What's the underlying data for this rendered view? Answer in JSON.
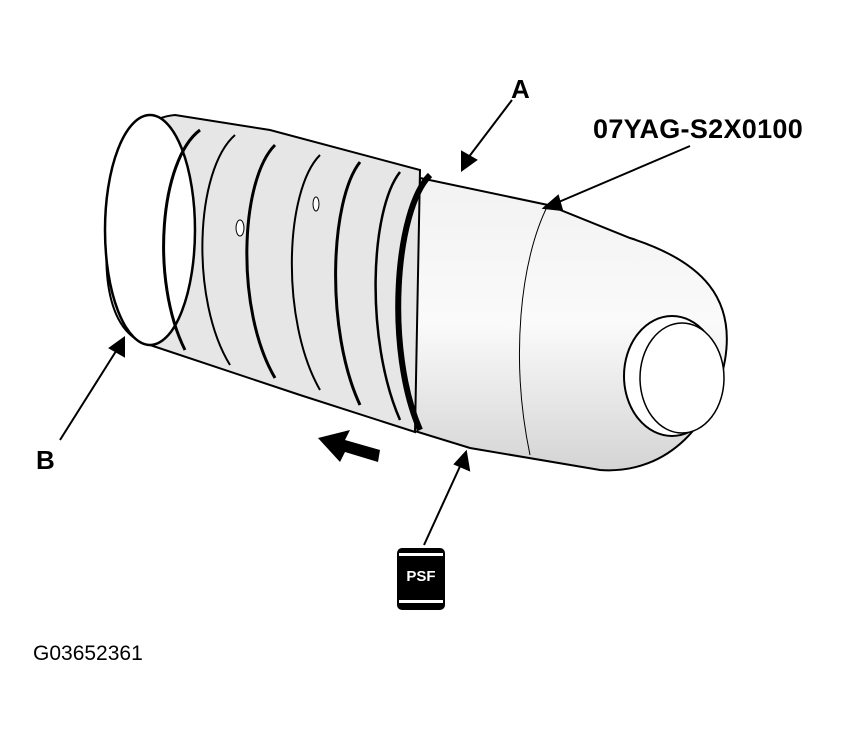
{
  "labels": {
    "callout_a": "A",
    "callout_b": "B",
    "tool_number": "07YAG-S2X0100",
    "fluid_badge": "PSF"
  },
  "figure_id": "G03652361",
  "colors": {
    "ink": "#000000",
    "paper": "#ffffff",
    "shading": "#d9d9d9"
  },
  "icons": [
    "fluid-container-icon",
    "direction-arrow-icon"
  ]
}
